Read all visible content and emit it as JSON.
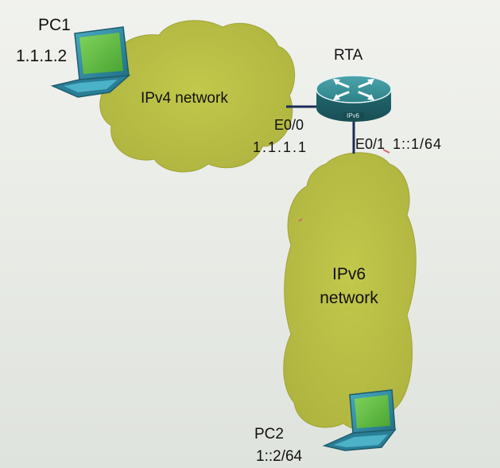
{
  "devices": {
    "pc1": {
      "name": "PC1",
      "ip": "1.1.1.2"
    },
    "pc2": {
      "name": "PC2",
      "ip": "1::2/64"
    },
    "router": {
      "name": "RTA",
      "badge": "IPv6"
    }
  },
  "networks": {
    "ipv4": {
      "label": "IPv4 network"
    },
    "ipv6": {
      "label_line1": "IPv6",
      "label_line2": "network"
    }
  },
  "interfaces": {
    "e00": {
      "name": "E0/0",
      "ip": "1.1.1.1"
    },
    "e01": {
      "name": "E0/1",
      "ip": "1::1/64"
    }
  },
  "colors": {
    "cloud_fill": "#b8bd45",
    "cloud_shade": "#a6ab3a",
    "router_fill": "#2f8a91",
    "router_dark": "#1d5f66",
    "link": "#1a2d57",
    "laptop_body": "#2d8da5",
    "laptop_screen": "#62c246"
  }
}
